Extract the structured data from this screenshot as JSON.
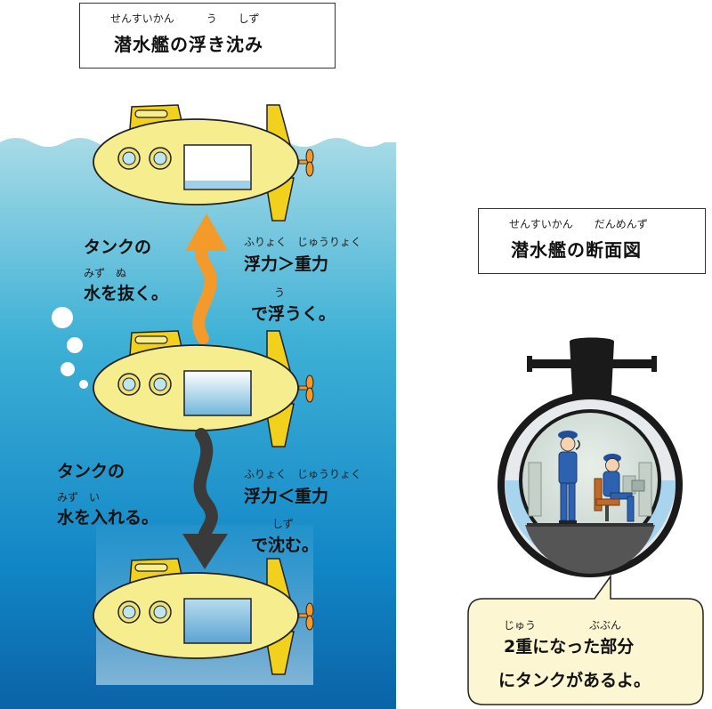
{
  "title_main": {
    "ruby": "せんすいかん　　　う　　しず",
    "text": "潜水艦の浮き沈み"
  },
  "title_section": {
    "ruby": "せんすいかん　　だんめんず",
    "text": "潜水艦の断面図"
  },
  "rise": {
    "tank_line1": "タンクの",
    "ruby_mizu_nu": "みず　ぬ",
    "tank_line2": "水を抜く。",
    "ruby_force": "ふりょく　じゅうりょく",
    "force": "浮力＞重力",
    "ruby_u": "う",
    "result": "で浮うく。"
  },
  "sink": {
    "tank_line1": "タンクの",
    "ruby_mizu_i": "みず　い",
    "tank_line2": "水を入れる。",
    "ruby_force": "ふりょく　じゅうりょく",
    "force": "浮力＜重力",
    "ruby_shizu": "しず",
    "result": "で沈む。"
  },
  "bubble": {
    "ruby": "じゅう　　　　　ぶぶん",
    "line1": "2重になった部分",
    "line2": "にタンクがあるよ。"
  },
  "colors": {
    "sea_top": "#a8dbe6",
    "sea_bottom": "#0a63a8",
    "sub_body": "#f6ed8e",
    "sub_fin": "#f2d11c",
    "arrow_up": "#f39a2a",
    "arrow_down": "#3a3a3a",
    "bubble_fill": "#fdf6d3"
  }
}
